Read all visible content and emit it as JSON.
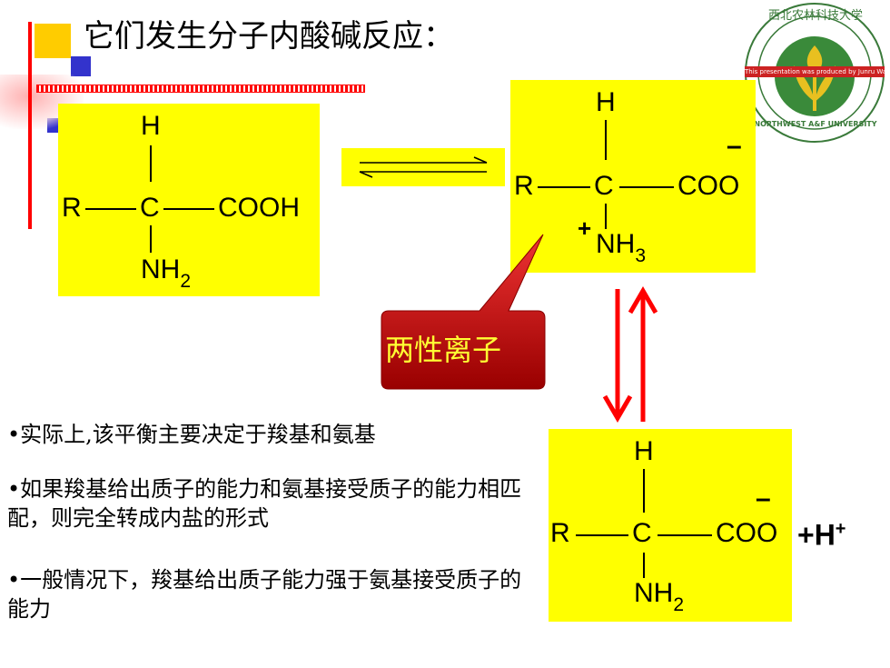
{
  "title": "它们发生分子内酸碱反应：",
  "logo": {
    "top_text": "西北农林科技大学",
    "banner": "This presentation was produced by Junru Wang",
    "bottom_text": "NORTHWEST A&F UNIVERSITY"
  },
  "left_molecule": {
    "h": "H",
    "r": "R",
    "c": "C",
    "group": "COOH",
    "nh": "NH",
    "nh_sub": "2"
  },
  "right_molecule": {
    "h": "H",
    "r": "R",
    "c": "C",
    "group": "COO",
    "charge": "–",
    "plus": "+",
    "nh": "NH",
    "nh_sub": "3"
  },
  "bottom_molecule": {
    "h": "H",
    "r": "R",
    "c": "C",
    "group": "COO",
    "charge": "–",
    "nh": "NH",
    "nh_sub": "2",
    "extra": "+H",
    "extra_sup": "+"
  },
  "callout": "两性离子",
  "bullets": [
    "•实际上,该平衡主要决定于羧基和氨基",
    "•如果羧基给出质子的能力和氨基接受质子的能力相匹配，则完全转成内盐的形式",
    "•一般情况下，羧基给出质子能力强于氨基接受质子的能力"
  ],
  "colors": {
    "highlight": "#ffff00",
    "arrow": "#ff0000",
    "callout": "#cc0000",
    "deco_yellow": "#ffcc00",
    "deco_blue": "#3333cc"
  }
}
